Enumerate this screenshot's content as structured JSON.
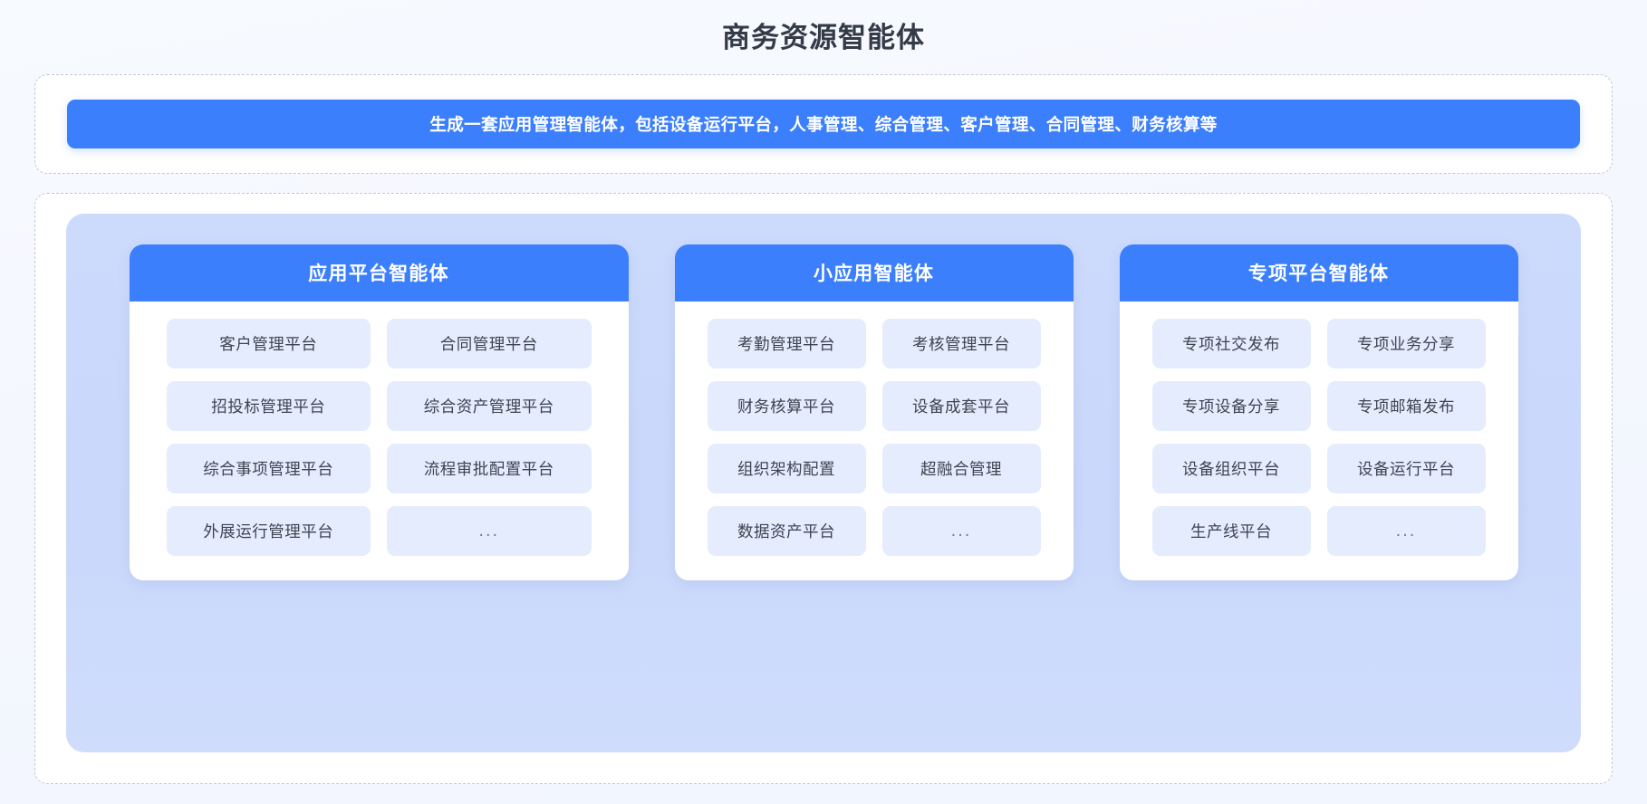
{
  "header": {
    "title": "商务资源智能体"
  },
  "prompt": {
    "text": "生成一套应用管理智能体，包括设备运行平台，人事管理、综合管理、客户管理、合同管理、财务核算等"
  },
  "colors": {
    "accent_blue": "#3b7ffc",
    "panel_bg": "#ccdafc",
    "pill_bg": "#e5ecfd",
    "page_bg": "#f5f8ff",
    "title_text": "#343a46",
    "pill_text": "#3e4450"
  },
  "groups": [
    {
      "title": "应用平台智能体",
      "size": "wide",
      "items": [
        "客户管理平台",
        "合同管理平台",
        "招投标管理平台",
        "综合资产管理平台",
        "综合事项管理平台",
        "流程审批配置平台",
        "外展运行管理平台",
        "..."
      ]
    },
    {
      "title": "小应用智能体",
      "size": "medium",
      "items": [
        "考勤管理平台",
        "考核管理平台",
        "财务核算平台",
        "设备成套平台",
        "组织架构配置",
        "超融合管理",
        "数据资产平台",
        "..."
      ]
    },
    {
      "title": "专项平台智能体",
      "size": "medium",
      "items": [
        "专项社交发布",
        "专项业务分享",
        "专项设备分享",
        "专项邮箱发布",
        "设备组织平台",
        "设备运行平台",
        "生产线平台",
        "..."
      ]
    }
  ]
}
